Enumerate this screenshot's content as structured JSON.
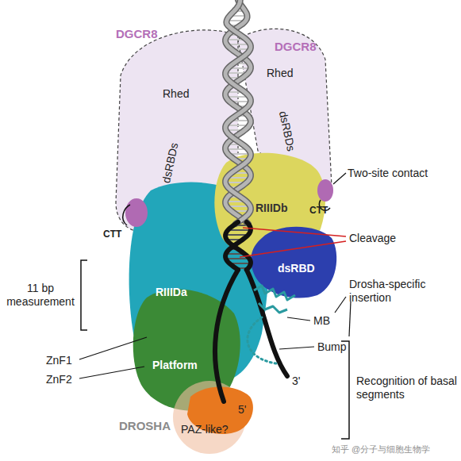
{
  "diagram": {
    "nodes": [
      {
        "text": [
          "DGCR8",
          "Rhed",
          "dsRBDs"
        ]
      },
      {
        "text": [
          "DGCR8",
          "Rhed",
          "dsRBDs"
        ]
      },
      {
        "text": [
          "RIIIDb"
        ]
      },
      {
        "text": [
          "dsRBD"
        ]
      },
      {
        "text": [
          "RIIIDa"
        ]
      },
      {
        "text": [
          "Platform"
        ]
      },
      {
        "text": [
          "PAZ-like?"
        ]
      }
    ],
    "labels": [
      "CTT",
      "CTT",
      "Two-site contact",
      "Cleavage",
      "Drosha-specific insertion",
      "MB",
      "Bump",
      "3'",
      "5'",
      "11 bp measurement",
      "ZnF1",
      "ZnF2",
      "Recognition of basal segments",
      "DROSHA",
      "知乎 @分子与细胞生物学"
    ]
  }
}
